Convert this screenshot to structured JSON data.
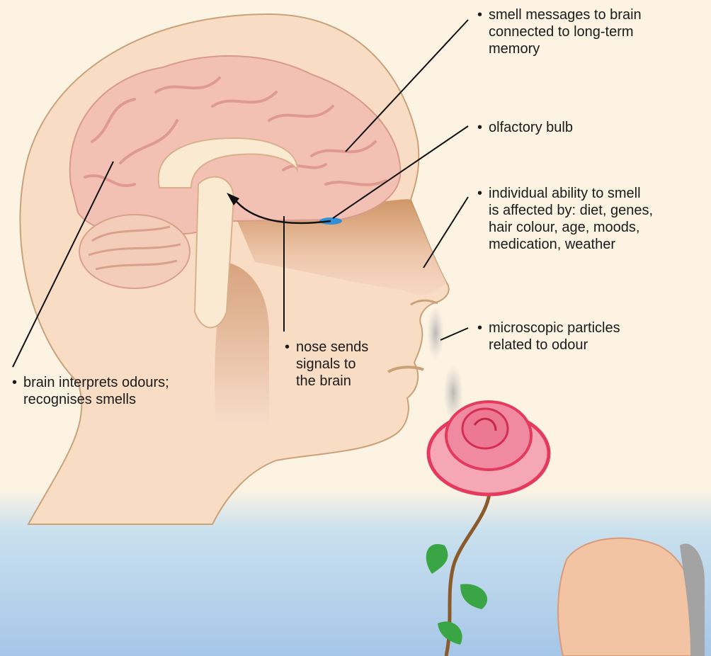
{
  "labels": {
    "smell_memory": [
      "smell messages to brain",
      "connected to long-term",
      "memory"
    ],
    "olfactory_bulb": [
      "olfactory bulb"
    ],
    "individual_ability": [
      "individual ability to smell",
      "is affected by: diet, genes,",
      "hair colour, age, moods,",
      "medication, weather"
    ],
    "particles": [
      "microscopic particles",
      "related to odour"
    ],
    "nose_signals": [
      "nose sends",
      "signals to",
      "the brain"
    ],
    "brain_interprets": [
      "brain interprets odours;",
      "recognises smells"
    ]
  },
  "bullet_char": "•",
  "colors": {
    "background": "#fdf3e3",
    "head": "#f9dcc4",
    "brain": "#f3c0b4",
    "bulb": "#2f8fd8",
    "rose": "#e9587a",
    "leaf": "#3aa545",
    "sky": "#a8cfe8"
  }
}
